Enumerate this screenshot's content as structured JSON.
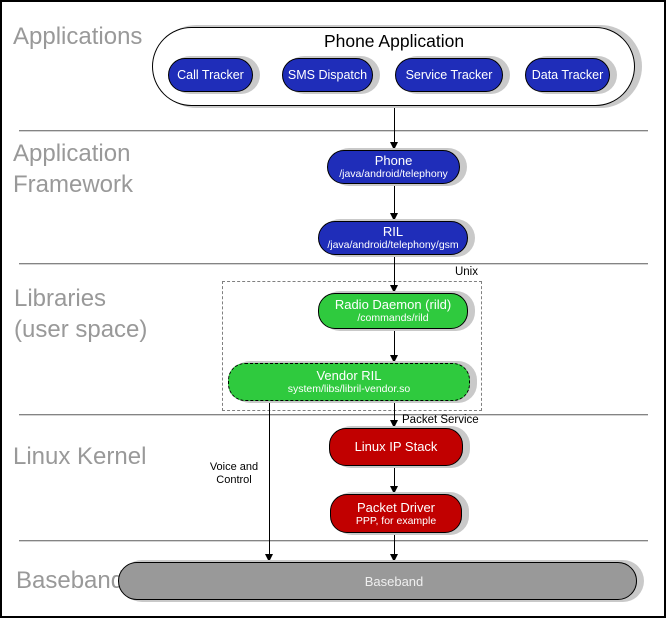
{
  "colors": {
    "app_node": "#1f2db9",
    "library_node": "#2fca3e",
    "kernel_node": "#c10000",
    "baseband_node": "#999999",
    "section_label": "#999999",
    "shadow": "#c9c9c9"
  },
  "sections": {
    "applications": {
      "label": "Applications"
    },
    "framework": {
      "line1": "Application",
      "line2": "Framework"
    },
    "libraries": {
      "line1": "Libraries",
      "line2": "(user space)"
    },
    "kernel": {
      "label": "Linux Kernel"
    },
    "baseband": {
      "label": "Baseband"
    }
  },
  "nodes": {
    "phone_application": {
      "title": "Phone Application"
    },
    "app_pills": [
      {
        "label": "Call Tracker"
      },
      {
        "label": "SMS Dispatch"
      },
      {
        "label": "Service Tracker"
      },
      {
        "label": "Data Tracker"
      }
    ],
    "phone": {
      "title": "Phone",
      "subtitle": "/java/android/telephony"
    },
    "ril": {
      "title": "RIL",
      "subtitle": "/java/android/telephony/gsm"
    },
    "radio_daemon": {
      "title": "Radio Daemon (rild)",
      "subtitle": "/commands/rild"
    },
    "vendor_ril": {
      "title": "Vendor RIL",
      "subtitle": "system/libs/libril-vendor.so"
    },
    "linux_ip_stack": {
      "title": "Linux IP Stack"
    },
    "packet_driver": {
      "title": "Packet Driver",
      "subtitle": "PPP, for example"
    },
    "baseband": {
      "title": "Baseband"
    }
  },
  "annotations": {
    "unix": "Unix",
    "packet_service": "Packet Service",
    "voice_control_line1": "Voice and",
    "voice_control_line2": "Control"
  }
}
